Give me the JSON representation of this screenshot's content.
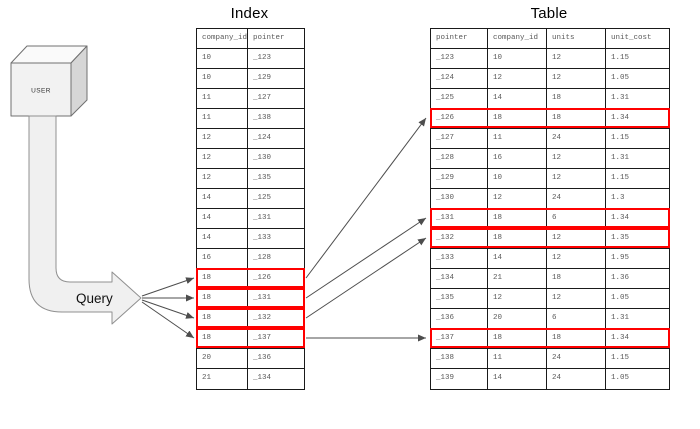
{
  "titles": {
    "index": "Index",
    "table": "Table"
  },
  "user_cube": {
    "label": "USER"
  },
  "query_arrow": {
    "label": "Query"
  },
  "colors": {
    "highlight": "#ff0000",
    "table_border": "#1a1a1a",
    "cell_text": "#595959",
    "arrow": "#4d4d4d",
    "shape_fill": "#f0f0f0"
  },
  "index_table": {
    "columns": [
      "company_id",
      "pointer"
    ],
    "rows": [
      {
        "values": [
          "10",
          "_123"
        ],
        "highlight": false
      },
      {
        "values": [
          "10",
          "_129"
        ],
        "highlight": false
      },
      {
        "values": [
          "11",
          "_127"
        ],
        "highlight": false
      },
      {
        "values": [
          "11",
          "_138"
        ],
        "highlight": false
      },
      {
        "values": [
          "12",
          "_124"
        ],
        "highlight": false
      },
      {
        "values": [
          "12",
          "_130"
        ],
        "highlight": false
      },
      {
        "values": [
          "12",
          "_135"
        ],
        "highlight": false
      },
      {
        "values": [
          "14",
          "_125"
        ],
        "highlight": false
      },
      {
        "values": [
          "14",
          "_131"
        ],
        "highlight": false
      },
      {
        "values": [
          "14",
          "_133"
        ],
        "highlight": false
      },
      {
        "values": [
          "16",
          "_128"
        ],
        "highlight": false
      },
      {
        "values": [
          "18",
          "_126"
        ],
        "highlight": true
      },
      {
        "values": [
          "18",
          "_131"
        ],
        "highlight": true
      },
      {
        "values": [
          "18",
          "_132"
        ],
        "highlight": true
      },
      {
        "values": [
          "18",
          "_137"
        ],
        "highlight": true
      },
      {
        "values": [
          "20",
          "_136"
        ],
        "highlight": false
      },
      {
        "values": [
          "21",
          "_134"
        ],
        "highlight": false
      }
    ]
  },
  "main_table": {
    "columns": [
      "pointer",
      "company_id",
      "units",
      "unit_cost"
    ],
    "rows": [
      {
        "values": [
          "_123",
          "10",
          "12",
          "1.15"
        ],
        "highlight": false
      },
      {
        "values": [
          "_124",
          "12",
          "12",
          "1.05"
        ],
        "highlight": false
      },
      {
        "values": [
          "_125",
          "14",
          "18",
          "1.31"
        ],
        "highlight": false
      },
      {
        "values": [
          "_126",
          "18",
          "18",
          "1.34"
        ],
        "highlight": true
      },
      {
        "values": [
          "_127",
          "11",
          "24",
          "1.15"
        ],
        "highlight": false
      },
      {
        "values": [
          "_128",
          "16",
          "12",
          "1.31"
        ],
        "highlight": false
      },
      {
        "values": [
          "_129",
          "10",
          "12",
          "1.15"
        ],
        "highlight": false
      },
      {
        "values": [
          "_130",
          "12",
          "24",
          "1.3"
        ],
        "highlight": false
      },
      {
        "values": [
          "_131",
          "18",
          "6",
          "1.34"
        ],
        "highlight": true
      },
      {
        "values": [
          "_132",
          "18",
          "12",
          "1.35"
        ],
        "highlight": true
      },
      {
        "values": [
          "_133",
          "14",
          "12",
          "1.95"
        ],
        "highlight": false
      },
      {
        "values": [
          "_134",
          "21",
          "18",
          "1.36"
        ],
        "highlight": false
      },
      {
        "values": [
          "_135",
          "12",
          "12",
          "1.05"
        ],
        "highlight": false
      },
      {
        "values": [
          "_136",
          "20",
          "6",
          "1.31"
        ],
        "highlight": false
      },
      {
        "values": [
          "_137",
          "18",
          "18",
          "1.34"
        ],
        "highlight": true
      },
      {
        "values": [
          "_138",
          "11",
          "24",
          "1.15"
        ],
        "highlight": false
      },
      {
        "values": [
          "_139",
          "14",
          "24",
          "1.05"
        ],
        "highlight": false
      }
    ]
  },
  "links": {
    "query_to_index_rows": [
      "_126",
      "_131",
      "_132",
      "_137"
    ],
    "index_to_table_pointers": [
      "_126",
      "_131",
      "_132",
      "_137"
    ]
  }
}
